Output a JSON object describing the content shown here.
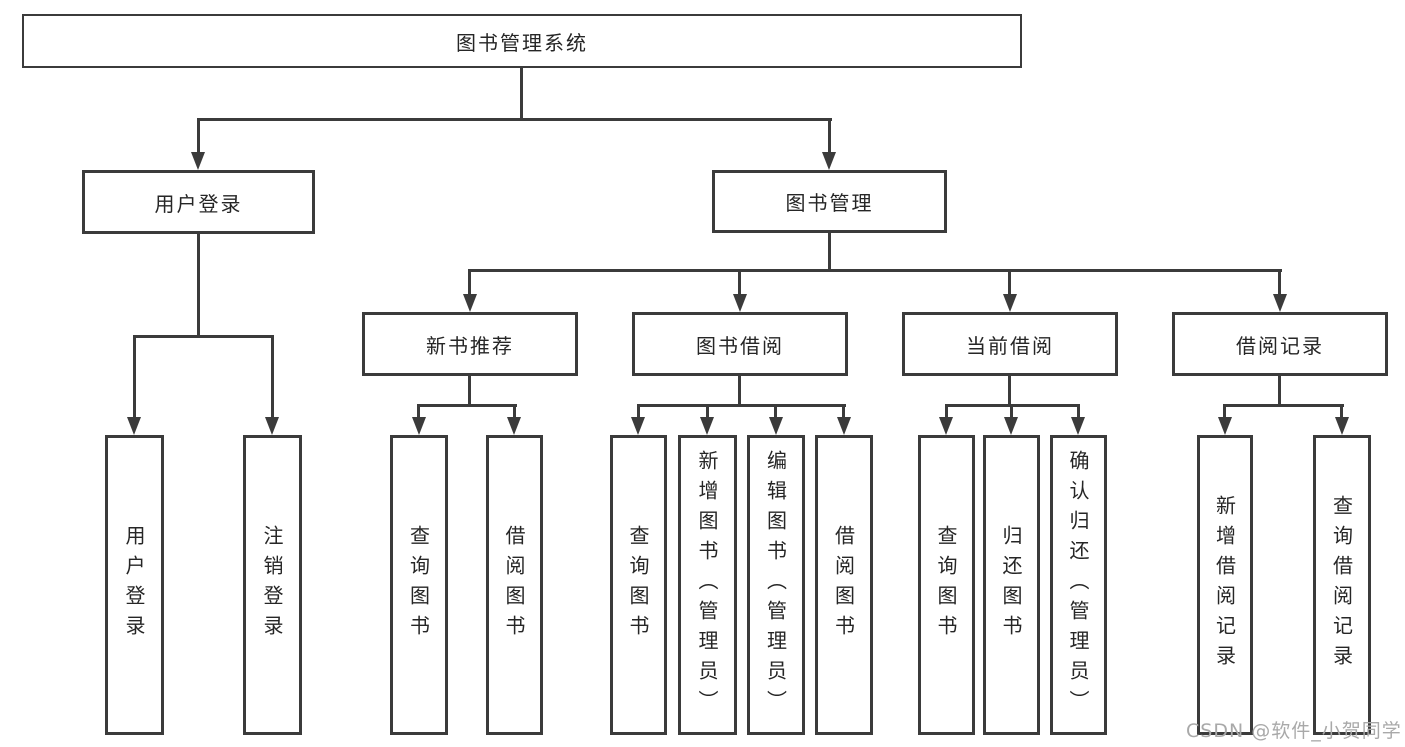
{
  "diagram": {
    "root": {
      "label": "图书管理系统"
    },
    "branches": [
      {
        "label": "用户登录",
        "children": [
          {
            "label": "用户登录"
          },
          {
            "label": "注销登录"
          }
        ]
      },
      {
        "label": "图书管理",
        "children": [
          {
            "label": "新书推荐",
            "children": [
              {
                "label": "查询图书"
              },
              {
                "label": "借阅图书"
              }
            ]
          },
          {
            "label": "图书借阅",
            "children": [
              {
                "label": "查询图书"
              },
              {
                "label": "新增图书（管理员）"
              },
              {
                "label": "编辑图书（管理员）"
              },
              {
                "label": "借阅图书"
              }
            ]
          },
          {
            "label": "当前借阅",
            "children": [
              {
                "label": "查询图书"
              },
              {
                "label": "归还图书"
              },
              {
                "label": "确认归还（管理员）"
              }
            ]
          },
          {
            "label": "借阅记录",
            "children": [
              {
                "label": "新增借阅记录"
              },
              {
                "label": "查询借阅记录"
              }
            ]
          }
        ]
      }
    ]
  },
  "watermark": {
    "text": "CSDN @软件_小贺同学"
  },
  "colors": {
    "line": "#3b3b3b",
    "text": "#262626",
    "background": "#ffffff",
    "watermark": "#a9a9a9"
  }
}
